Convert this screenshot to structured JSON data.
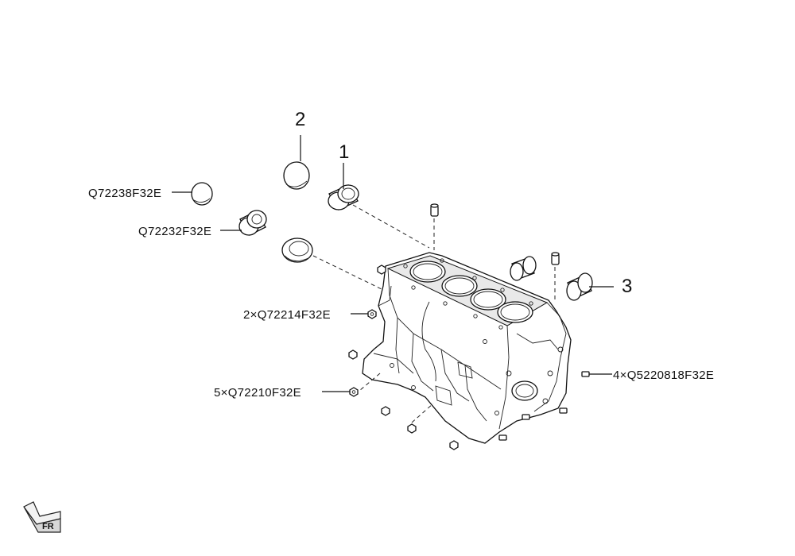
{
  "callouts": {
    "item_1": "1",
    "item_2": "2",
    "item_3": "3"
  },
  "part_codes": {
    "q72238": "Q72238F32E",
    "q72232": "Q72232F32E",
    "q72214": "2×Q72214F32E",
    "q72210": "5×Q72210F32E",
    "q5220818": "4×Q5220818F32E"
  },
  "direction_indicator": {
    "label": "FR",
    "icon": "front-arrow-icon"
  }
}
